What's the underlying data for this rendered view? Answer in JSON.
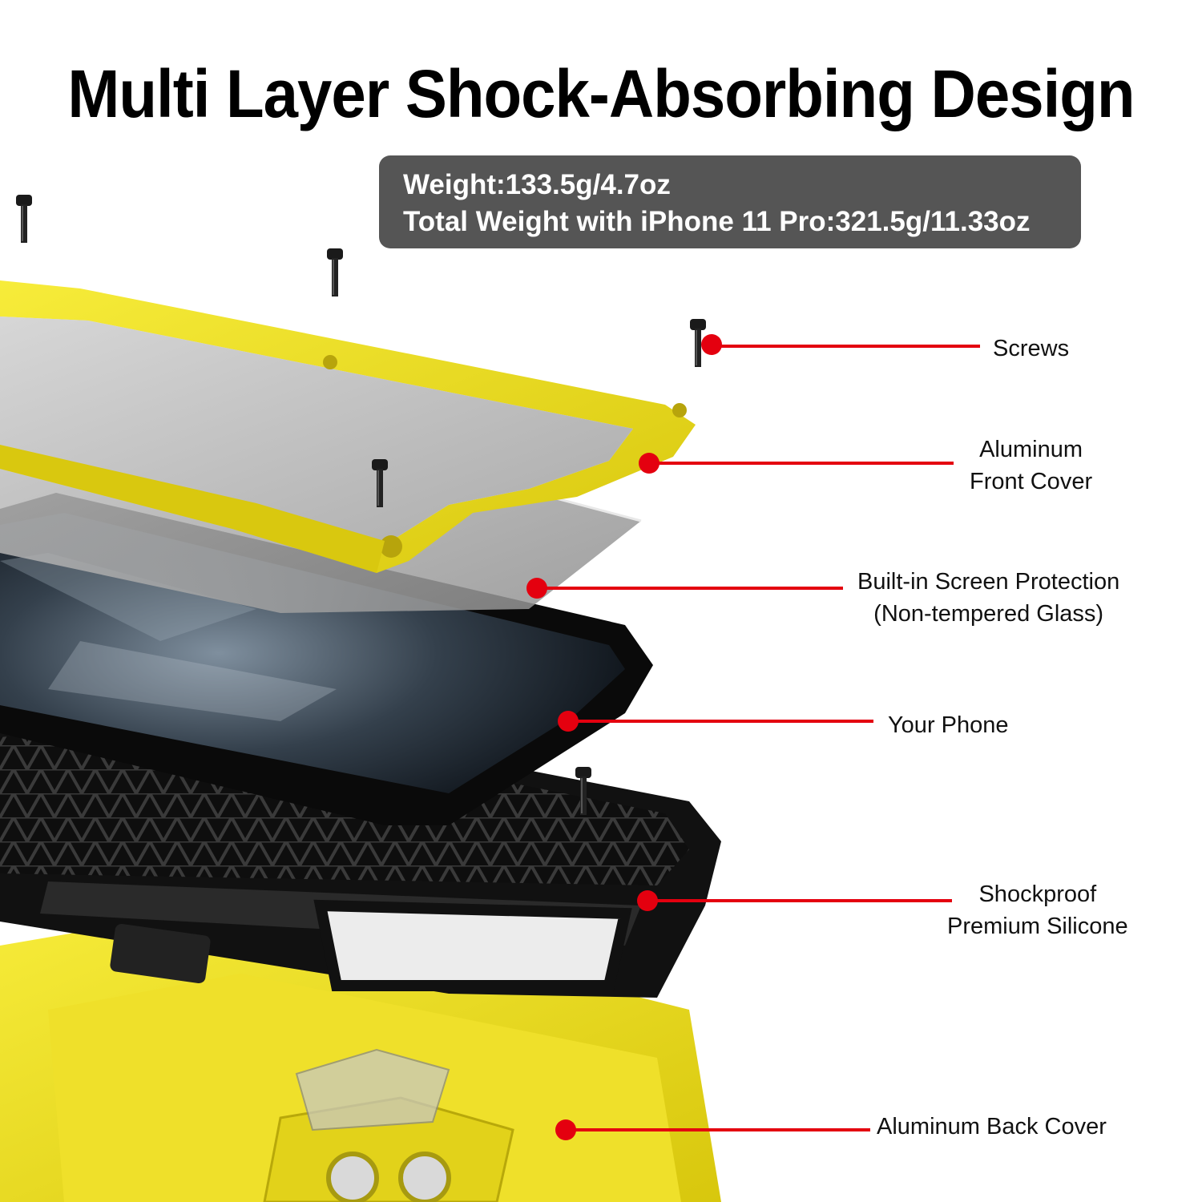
{
  "title": "Multi Layer Shock-Absorbing Design",
  "specs": {
    "weight": "Weight:133.5g/4.7oz",
    "total_weight": "Total Weight with iPhone 11 Pro:321.5g/11.33oz"
  },
  "callouts": {
    "screws": "Screws",
    "front_cover_line1": "Aluminum",
    "front_cover_line2": "Front Cover",
    "screen_line1": "Built-in Screen Protection",
    "screen_line2": "(Non-tempered Glass)",
    "phone": "Your Phone",
    "silicone_line1": "Shockproof",
    "silicone_line2": "Premium Silicone",
    "back_cover": "Aluminum Back Cover"
  },
  "colors": {
    "accent_yellow": "#f2e21a",
    "callout_red": "#e4000f",
    "spec_box": "#555555"
  }
}
